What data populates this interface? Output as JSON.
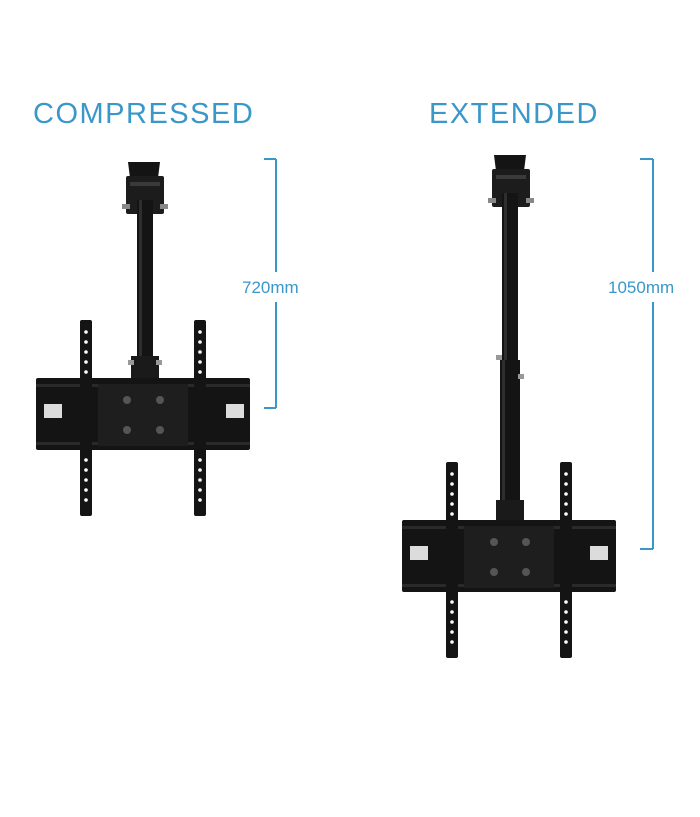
{
  "headings": {
    "compressed": "COMPRESSED",
    "extended": "EXTENDED"
  },
  "dimensions": {
    "compressed": "720mm",
    "extended": "1050mm"
  },
  "colors": {
    "accent": "#3a97c9",
    "mount": "#141414",
    "background": "#ffffff"
  }
}
